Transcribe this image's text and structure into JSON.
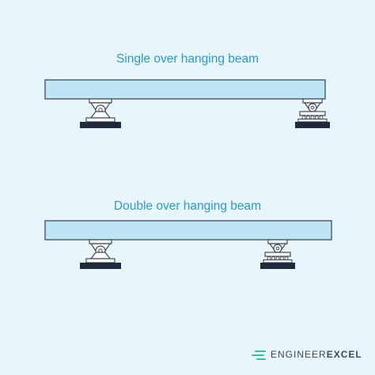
{
  "diagrams": [
    {
      "title": "Single over hanging beam",
      "supports": [
        "pin-support",
        "roller-support"
      ]
    },
    {
      "title": "Double over hanging beam",
      "supports": [
        "pin-support",
        "roller-support"
      ]
    }
  ],
  "brand": {
    "name_part1": "ENGINEER",
    "name_part2": "EXCEL",
    "icon": "speed-lines-icon",
    "accent_color": "#3bbf9a"
  },
  "colors": {
    "background": "#e8f5fc",
    "beam_fill": "#bfe4f6",
    "outline": "#3f4a58",
    "title": "#2a9bc9",
    "base": "#1f2a3a"
  }
}
